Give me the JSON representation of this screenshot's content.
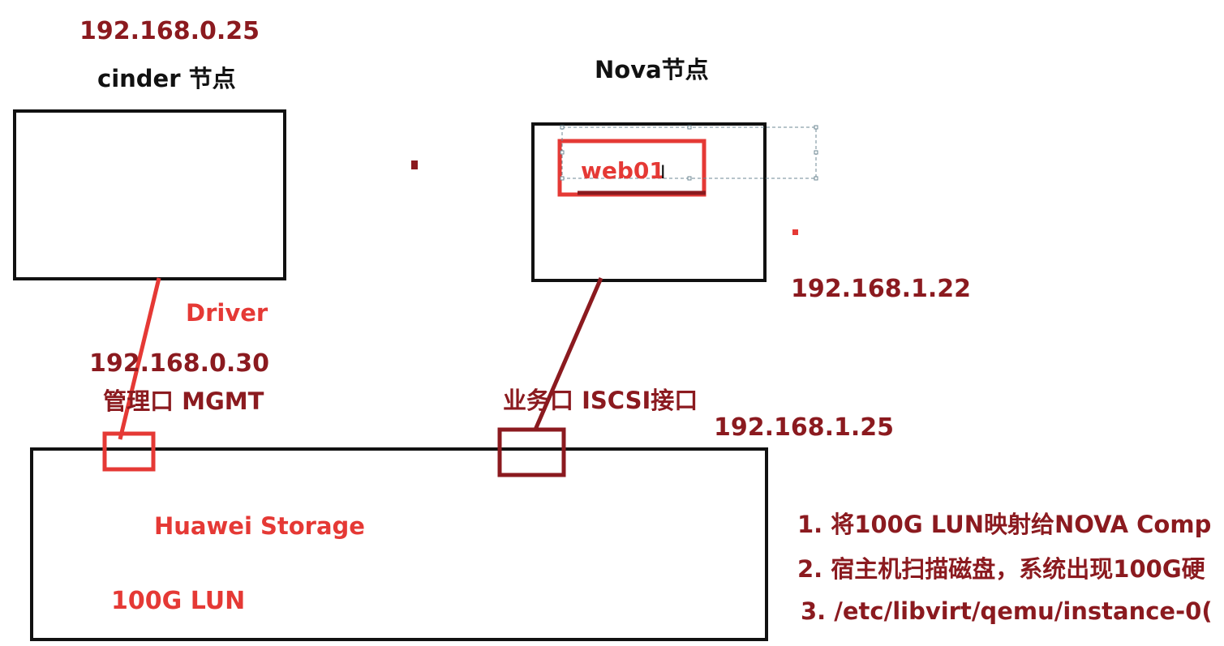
{
  "cinder": {
    "ip": "192.168.0.25",
    "title": "cinder 节点"
  },
  "nova": {
    "title": "Nova节点",
    "ip": "192.168.1.22",
    "vm_label": "web01"
  },
  "storage": {
    "driver_label": "Driver",
    "mgmt_ip": "192.168.0.30",
    "mgmt_label": "管理口 MGMT",
    "iscsi_label": "业务口 ISCSI接口",
    "iscsi_ip": "192.168.1.25",
    "name": "Huawei Storage",
    "lun": "100G LUN"
  },
  "notes": [
    "1. 将100G LUN映射给NOVA Comp",
    "2. 宿主机扫描磁盘，系统出现100G硬",
    "3. /etc/libvirt/qemu/instance-0("
  ],
  "colors": {
    "dark_red": "#8b1a1f",
    "red": "#e53935",
    "black": "#111111"
  }
}
